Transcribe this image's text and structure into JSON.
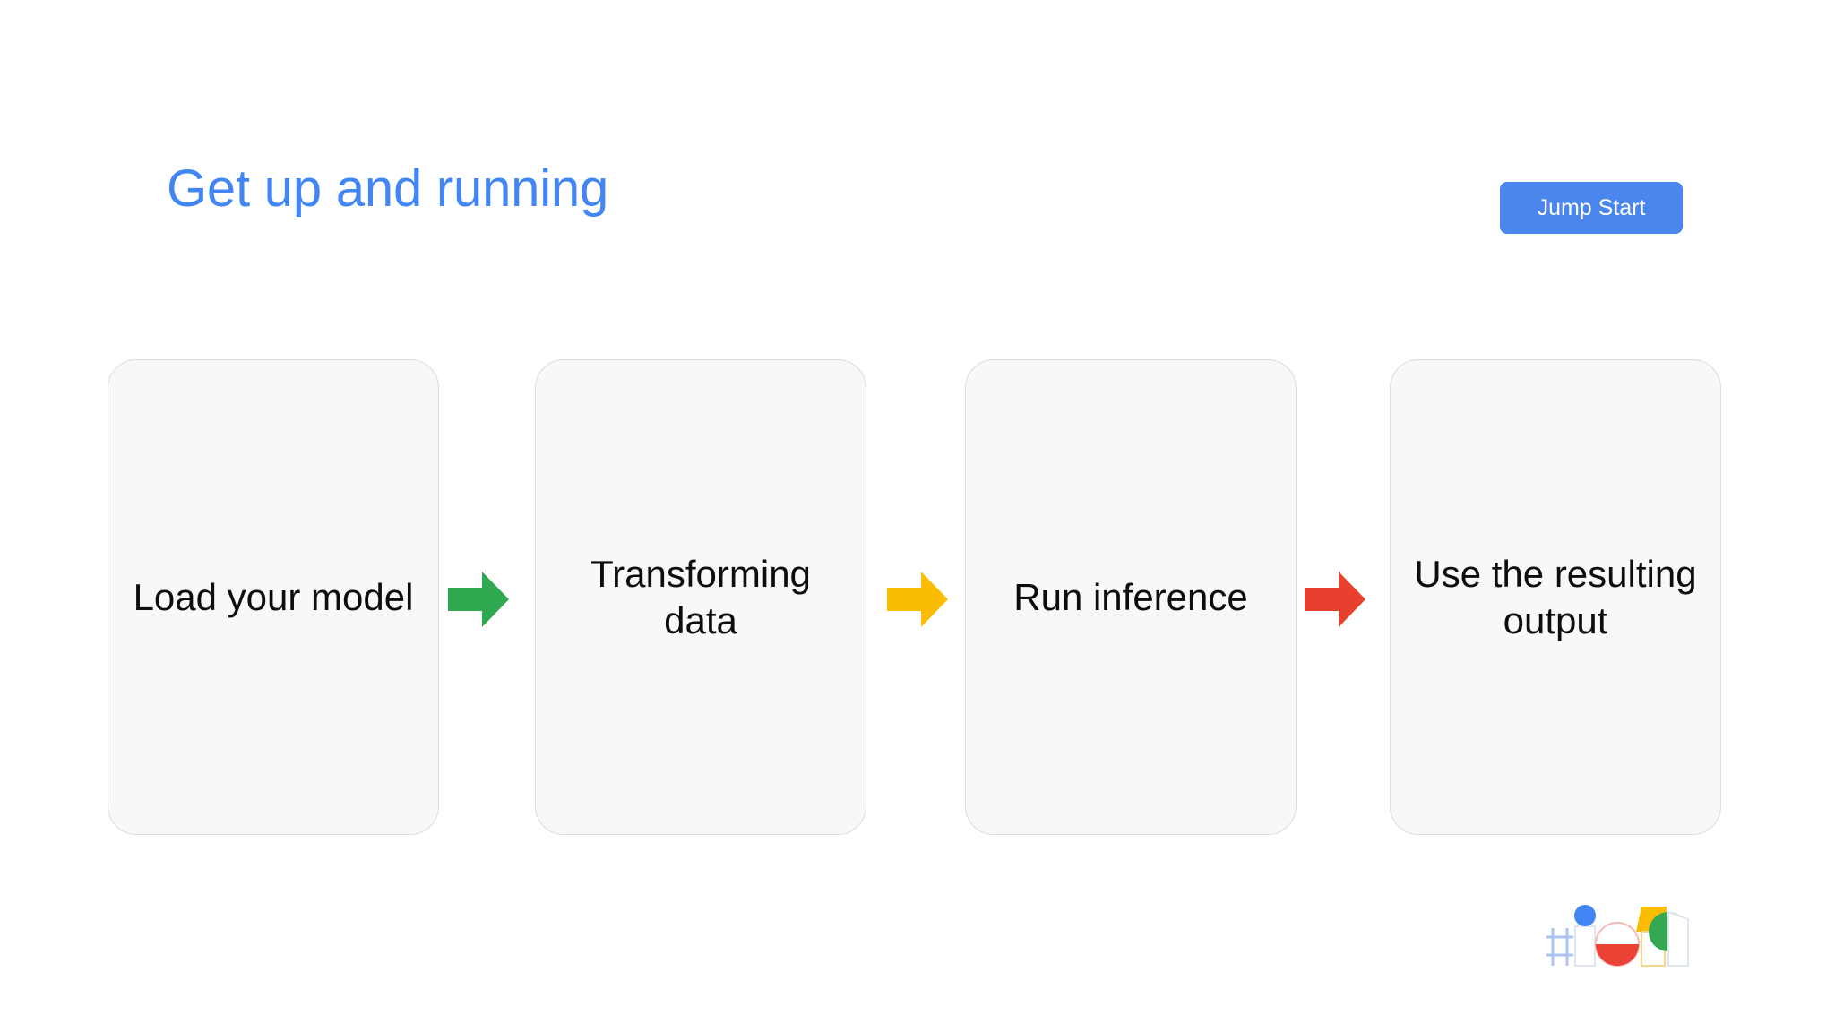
{
  "slide": {
    "background_color": "#ffffff",
    "title": "Get up and running",
    "title_color": "#4285f4"
  },
  "header": {
    "jump_start_label": "Jump Start",
    "jump_start_bg": "#4a86ec",
    "jump_start_text_color": "#ffffff"
  },
  "flow": {
    "cards": [
      {
        "label": "Load your model",
        "bg": "#f8f8f9",
        "border": "#dadce0"
      },
      {
        "label": "Transforming data",
        "bg": "#f8f8f9",
        "border": "#dadce0"
      },
      {
        "label": "Run inference",
        "bg": "#f8f8f9",
        "border": "#dadce0"
      },
      {
        "label": "Use the resulting output",
        "bg": "#f8f8f9",
        "border": "#dadce0"
      }
    ],
    "arrows": [
      {
        "name": "arrow-green",
        "color": "#2fa84f",
        "direction": "right"
      },
      {
        "name": "arrow-yellow",
        "color": "#fbbc04",
        "direction": "right"
      },
      {
        "name": "arrow-red",
        "color": "#e8402f",
        "direction": "right"
      }
    ]
  },
  "footer": {
    "logo_name": "google-io-logo",
    "logo_colors": {
      "grid": "#a9c4f5",
      "dot": "#4285f4",
      "circle_top": "#ffffff",
      "circle_bottom": "#ea4335",
      "circle_outline": "#f7b9b4",
      "yellow": "#fbbc04",
      "green": "#34a853",
      "outline": "#dfe6f0"
    }
  }
}
